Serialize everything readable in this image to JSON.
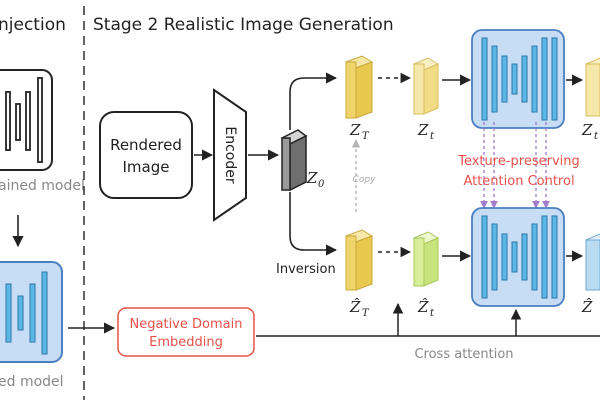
{
  "stage1": {
    "title_fragment": "njection",
    "top_model_label": "ained model",
    "bottom_model_label": "ed model"
  },
  "stage2": {
    "title": "Stage 2 Realistic Image Generation",
    "rendered_image_line1": "Rendered",
    "rendered_image_line2": "Image",
    "encoder_label": "Encoder",
    "copy_label": "Copy",
    "inversion_label": "Inversion",
    "attention_control_line1": "Texture-preserving",
    "attention_control_line2": "Attention Control",
    "neg_embedding_line1": "Negative Domain",
    "neg_embedding_line2": "Embedding",
    "cross_attention_label": "Cross attention"
  },
  "latents": {
    "z0": "Z",
    "z0_sub": "0",
    "zT_top": "Z",
    "zT_top_sub": "T",
    "zt_top": "Z",
    "zt_top_sub": "t",
    "zt_far_top": "Z",
    "zt_far_top_sub": "t",
    "zT_bot": "Ẑ",
    "zT_bot_sub": "T",
    "zt_bot": "Ẑ",
    "zt_bot_sub": "t",
    "zt_far_bot": "Ẑ"
  },
  "colors": {
    "unet_fill": "#c7dcf5",
    "unet_stroke": "#4a7fc1",
    "unet_bar": "#5bb8e6",
    "latent_yellow": "#efd36b",
    "latent_yellow_light": "#f6e8a8",
    "latent_green": "#d8ef9a",
    "latent_blue": "#b9dcf2",
    "red_text": "#e8504a",
    "dark": "#222222",
    "gray_text": "#888888",
    "attn_arrow": "#a27bc9"
  },
  "icons": {
    "unet": "unet-icon",
    "encoder": "trapezoid-encoder-icon",
    "latent": "latent-slab-icon"
  }
}
